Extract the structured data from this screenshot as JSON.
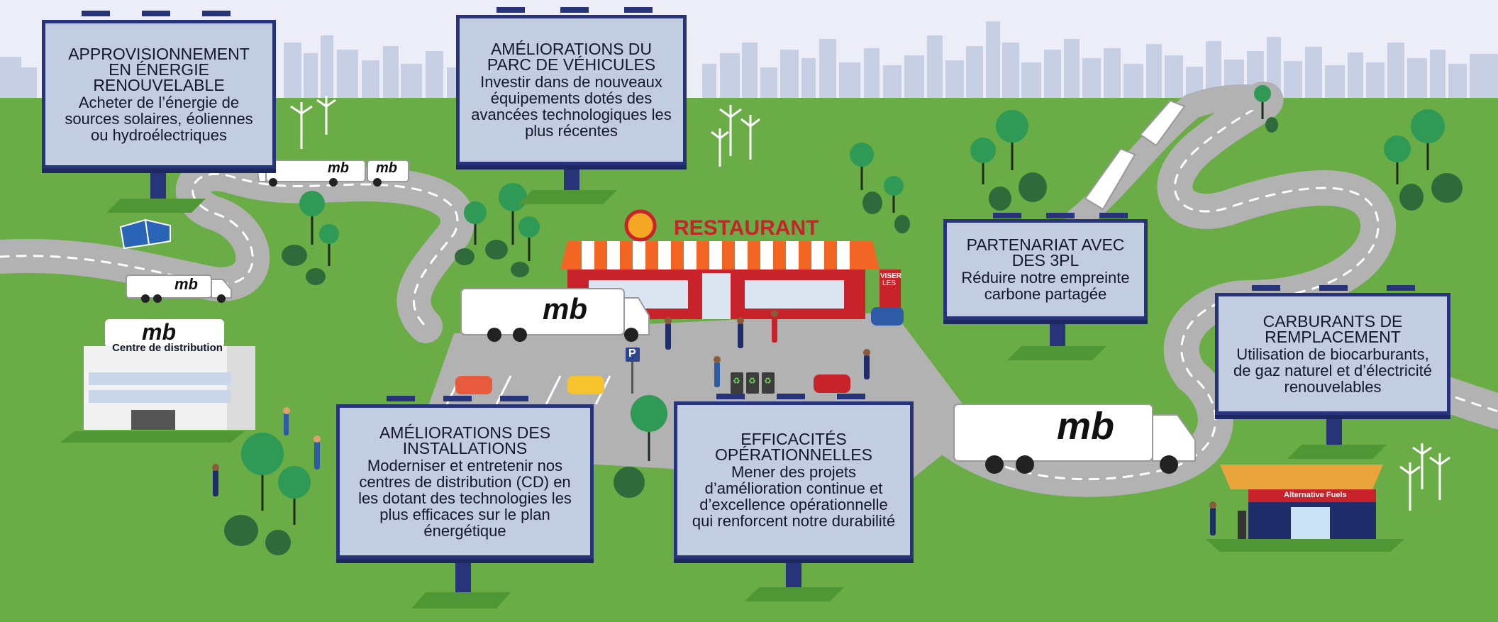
{
  "billboards": [
    {
      "id": "renewable-energy",
      "title": "APPROVISIONNEMENT EN ÉNERGIE RENOUVELABLE",
      "body": "Acheter de l’énergie de sources solaires, éoliennes ou hydroélectriques"
    },
    {
      "id": "fleet",
      "title": "AMÉLIORATIONS DU PARC DE VÉHICULES",
      "body": "Investir dans de nouveaux équipements dotés des avancées technologiques les plus récentes"
    },
    {
      "id": "3pl",
      "title": "PARTENARIAT AVEC DES 3PL",
      "body": "Réduire notre empreinte carbone partagée"
    },
    {
      "id": "fuels",
      "title": "CARBURANTS DE REMPLACEMENT",
      "body": "Utilisation de biocarburants, de gaz naturel et d’électricité renouvelables"
    },
    {
      "id": "facilities",
      "title": "AMÉLIORATIONS DES INSTALLATIONS",
      "body": "Moderniser et entretenir nos centres de distribution (CD) en les dotant des technologies les plus efficaces sur le plan énergétique"
    },
    {
      "id": "operations",
      "title": "EFFICACITÉS OPÉRATIONNELLES",
      "body": "Mener des projets d’amélioration continue et d’excellence opérationnelle qui renforcent notre durabilité"
    }
  ],
  "scene": {
    "restaurant_sign": "RESTAURANT",
    "brand_logo": "mb",
    "distribution_center_label": "Centre de distribution",
    "viser_sign_top": "VISER",
    "viser_sign_bottom": "LES",
    "parking_sign": "P",
    "fuel_station_label": "Alternative Fuels",
    "recycle_symbol": "♻"
  },
  "colors": {
    "grass": "#6aac45",
    "sky": "#ecedf6",
    "skyline": "#c6cfe4",
    "road": "#b2b2b2",
    "billboard_fill": "#c3cde2",
    "billboard_border": "#27347a",
    "restaurant_red": "#c8232b",
    "awning_orange": "#f26522"
  }
}
